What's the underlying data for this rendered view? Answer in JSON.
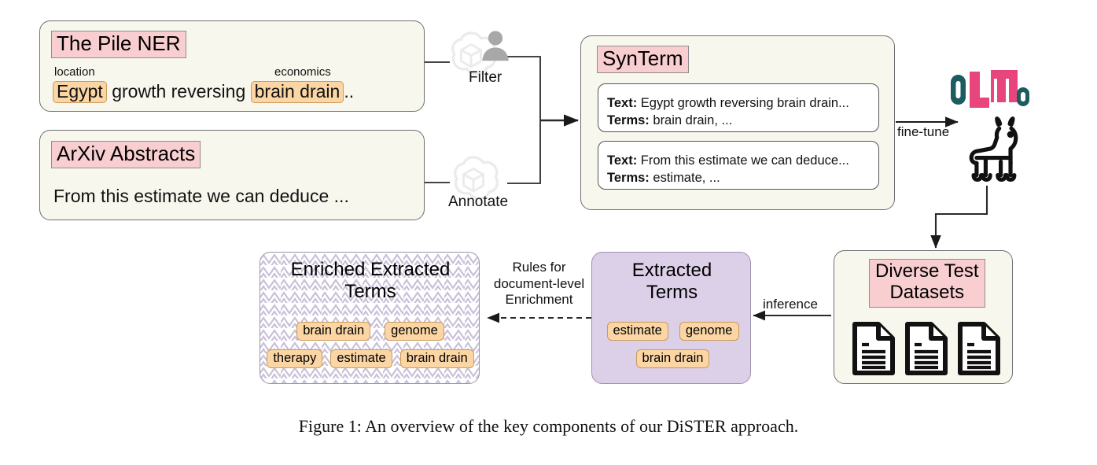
{
  "figure": {
    "caption": "Figure 1: An overview of the key components of our DiSTER approach."
  },
  "sources": {
    "pile": {
      "title": "The Pile NER",
      "annotations": [
        {
          "label": "location",
          "term": "Egypt"
        },
        {
          "label": "economics",
          "term": "brain drain"
        }
      ],
      "sentence_mid": "growth reversing",
      "sentence_tail": ".."
    },
    "arxiv": {
      "title": "ArXiv Abstracts",
      "sentence": "From this estimate we can deduce ..."
    }
  },
  "operations": {
    "filter": {
      "label": "Filter",
      "icon": "openai-logo-icon",
      "secondary_icon": "person-icon"
    },
    "annotate": {
      "label": "Annotate",
      "icon": "openai-logo-icon"
    }
  },
  "synterm": {
    "title": "SynTerm",
    "examples": [
      {
        "text_key": "Text:",
        "text_value": "Egypt growth reversing brain drain...",
        "terms_key": "Terms:",
        "terms_value": "brain drain, ..."
      },
      {
        "text_key": "Text:",
        "text_value": "From this estimate we can deduce...",
        "terms_key": "Terms:",
        "terms_value": "estimate, ..."
      }
    ]
  },
  "model": {
    "logo_text": "OLMo",
    "logo_parts": [
      {
        "char": "O",
        "color": "#1c5b5f"
      },
      {
        "char": "L",
        "color": "#e8457d"
      },
      {
        "char": "M",
        "color": "#e8457d"
      },
      {
        "char": "o",
        "color": "#1c5b5f"
      }
    ],
    "icon": "llama-icon",
    "edge_label": "fine-tune"
  },
  "test_datasets": {
    "title_line1": "Diverse Test",
    "title_line2": "Datasets",
    "doc_icons": [
      "document-icon",
      "document-icon",
      "document-icon"
    ]
  },
  "extracted_terms": {
    "title_line1": "Extracted",
    "title_line2": "Terms",
    "terms_row1": [
      "estimate",
      "genome"
    ],
    "terms_row2": [
      "brain drain"
    ]
  },
  "enriched_terms": {
    "title_line1": "Enriched Extracted",
    "title_line2": "Terms",
    "terms_row1": [
      "brain drain",
      "genome"
    ],
    "terms_row2": [
      "therapy",
      "estimate",
      "brain drain"
    ]
  },
  "edges": {
    "inference": "inference",
    "rules_line1": "Rules for",
    "rules_line2": "document-level",
    "rules_line3": "Enrichment"
  },
  "colors": {
    "cream": "#f8f7ed",
    "pink_highlight": "#f9ced1",
    "orange_chip": "#fbd6a4",
    "purple": "#dccfe8",
    "olmo_teal": "#1c5b5f",
    "olmo_pink": "#e8457d"
  }
}
